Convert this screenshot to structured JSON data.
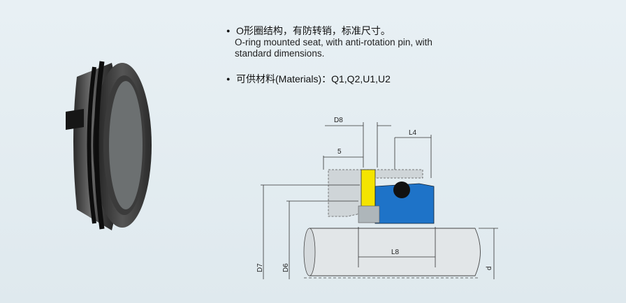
{
  "description": {
    "line1_cn": "O形圈结构，有防转销，标准尺寸。",
    "line1_en_a": "O-ring mounted seat, with anti-rotation pin, with",
    "line1_en_b": "standard dimensions.",
    "materials": "可供材料(Materials)：Q1,Q2,U1,U2"
  },
  "drawing_labels": {
    "d8": "D8",
    "l4": "L4",
    "five": "5",
    "l8": "L8",
    "d7": "D7",
    "d6": "D6",
    "d": "d"
  },
  "colors": {
    "pin": "#f4e400",
    "seat": "#1e73c8",
    "oring": "#111111",
    "background": "#e4edf2"
  }
}
